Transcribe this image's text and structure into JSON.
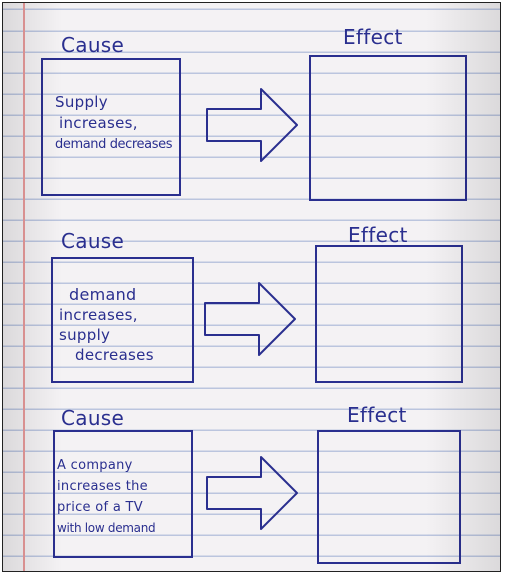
{
  "rows": [
    {
      "cause_heading": "Cause",
      "effect_heading": "Effect",
      "cause_lines": [
        "Supply",
        "increases,",
        "demand decreases"
      ],
      "effect_lines": []
    },
    {
      "cause_heading": "Cause",
      "effect_heading": "Effect",
      "cause_lines": [
        "demand",
        "increases,",
        "supply",
        "decreases"
      ],
      "effect_lines": []
    },
    {
      "cause_heading": "Cause",
      "effect_heading": "Effect",
      "cause_lines": [
        "A company",
        "increases the",
        "price of a TV",
        "with low demand"
      ],
      "effect_lines": []
    }
  ],
  "colors": {
    "ink": "#2a2f8f",
    "paper": "#f4f2f4",
    "rule_lines": "#8ca0cd",
    "margin_line": "#e79a9a"
  }
}
